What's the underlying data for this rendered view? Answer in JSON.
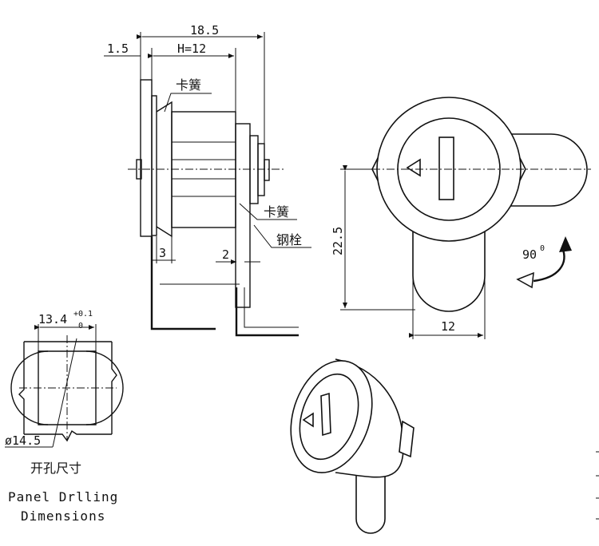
{
  "side_view": {
    "dim_total": "18.5",
    "dim_flange": "1.5",
    "dim_h": "H=12",
    "label_spring_top": "卡簧",
    "label_spring_bottom": "卡簧",
    "label_pin": "钢栓",
    "dim_3": "3",
    "dim_2": "2"
  },
  "front_view": {
    "dim_height": "22.5",
    "dim_width": "12",
    "rotation_label": "90",
    "rotation_degree_mark": "0"
  },
  "panel_cutout": {
    "dim_width": "13.4",
    "tol_plus": "+0.1",
    "tol_zero": "0",
    "dim_diameter": "ø14.5",
    "caption_cn": "开孔尺寸",
    "caption_en_line1": "Panel Drlling",
    "caption_en_line2": "Dimensions"
  }
}
